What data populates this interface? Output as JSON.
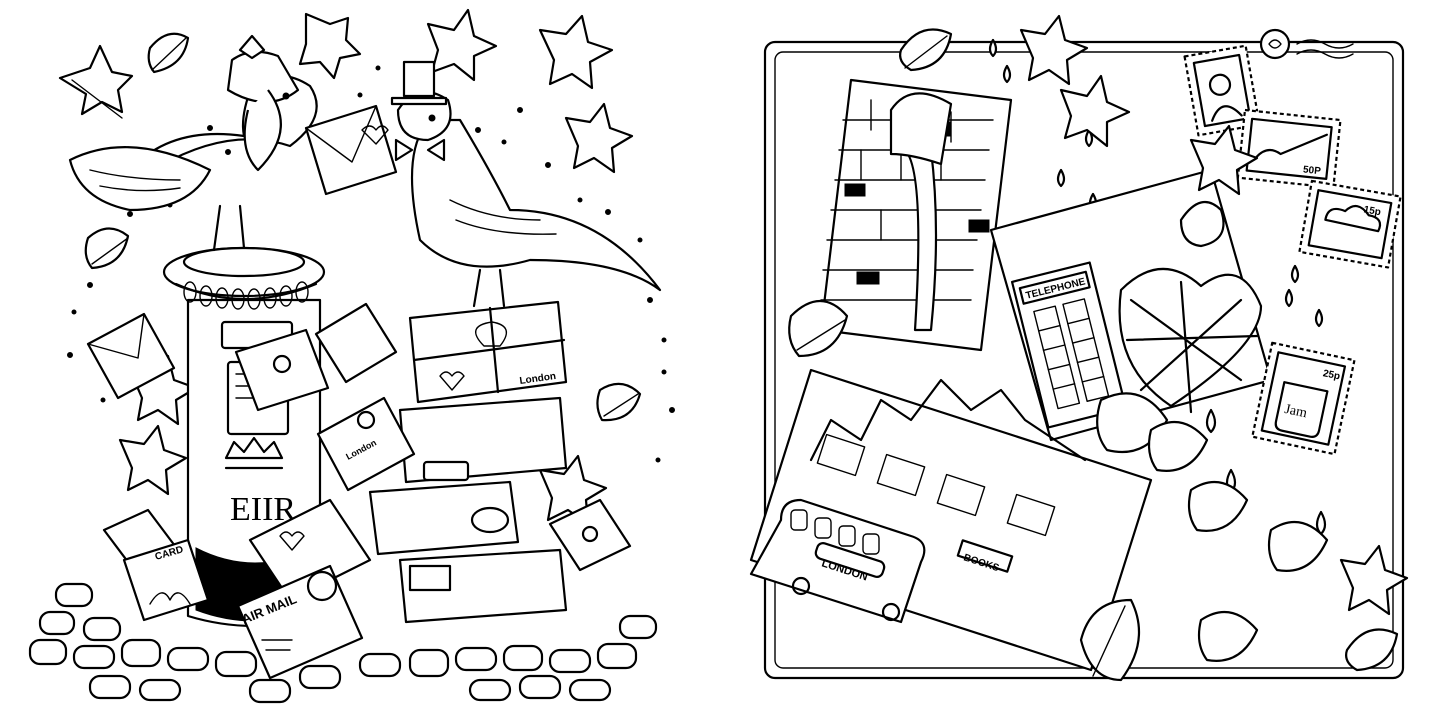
{
  "left_page": {
    "crown_monogram": "EIIR",
    "card_label": "CARD",
    "air_mail_label": "AIR MAIL",
    "parcel_label": "London",
    "letter_label": "London"
  },
  "right_page": {
    "telephone_label": "TELEPHONE",
    "bus_label": "LONDON",
    "books_label": "BOOKS",
    "stamp_values": [
      "50P",
      "15p",
      "25p"
    ],
    "jam_label": "Jam"
  }
}
